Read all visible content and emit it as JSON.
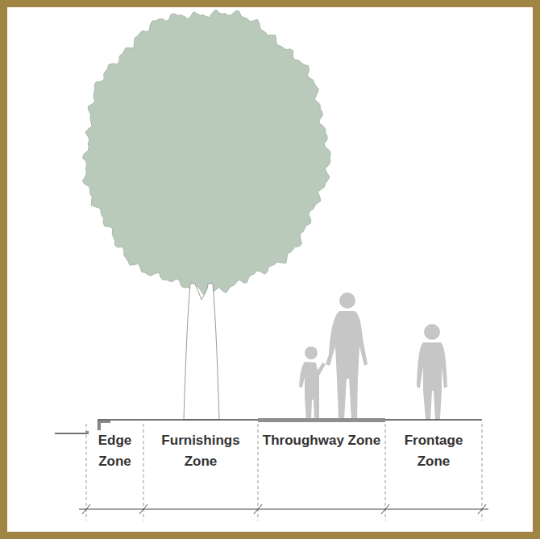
{
  "diagram": {
    "labels": [
      "Edge Zone",
      "Furnishings Zone",
      "Throughway Zone",
      "Frontage Zone"
    ]
  }
}
